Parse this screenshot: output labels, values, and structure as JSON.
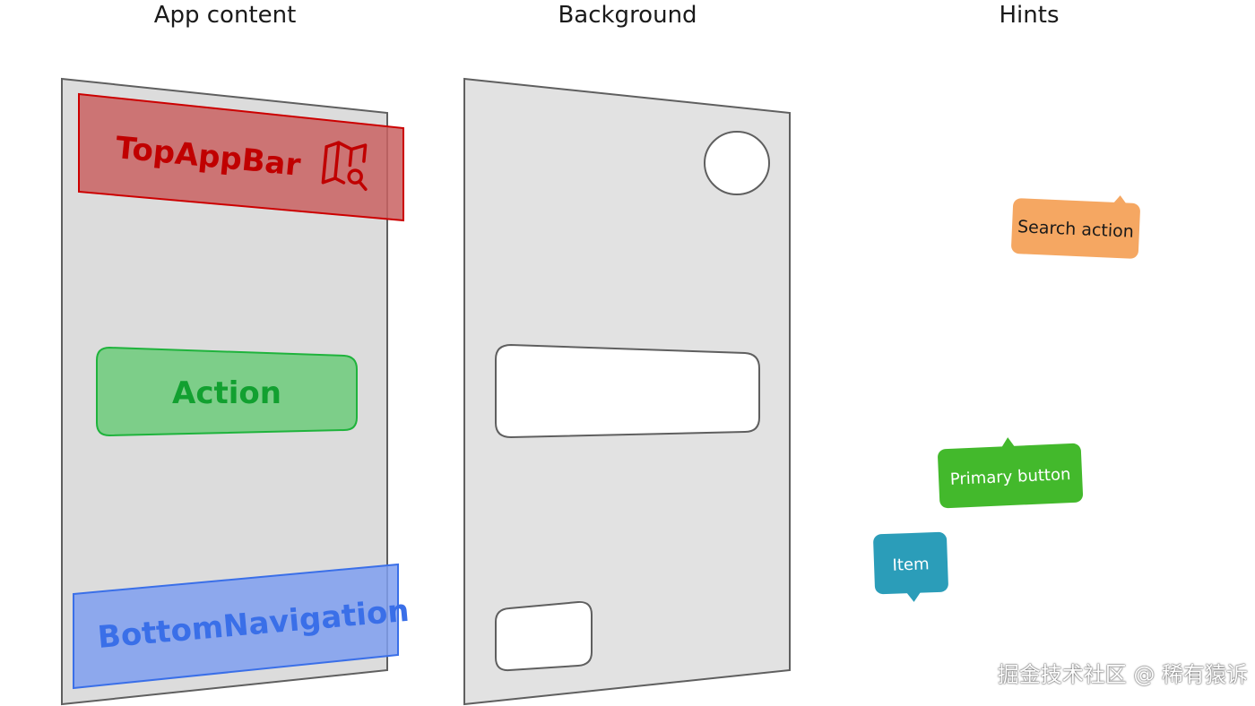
{
  "titles": {
    "app_content": "App content",
    "background": "Background",
    "hints": "Hints"
  },
  "app_layers": {
    "top_app_bar": "TopAppBar",
    "top_app_bar_icon": "map-search-icon",
    "action": "Action",
    "bottom_navigation": "BottomNavigation"
  },
  "hints": {
    "search_action": "Search action",
    "primary_button": "Primary button",
    "item": "Item"
  },
  "colors": {
    "panel_fill": "#dcdcdc",
    "panel_stroke": "#5f5f5f",
    "top_bar_fill": "#c96262",
    "top_bar_stroke": "#cc0000",
    "top_bar_text": "#c00000",
    "action_fill": "#77cc84",
    "action_stroke": "#1fb33c",
    "action_text": "#12a030",
    "bottom_nav_fill": "#8faaf0",
    "bottom_nav_stroke": "#3a6fe8",
    "bottom_nav_text": "#3a6fe8",
    "hint_orange": "#f5a762",
    "hint_green": "#43b92c",
    "hint_teal": "#2b9db9"
  },
  "watermark": "掘金技术社区 @ 稀有猿诉"
}
